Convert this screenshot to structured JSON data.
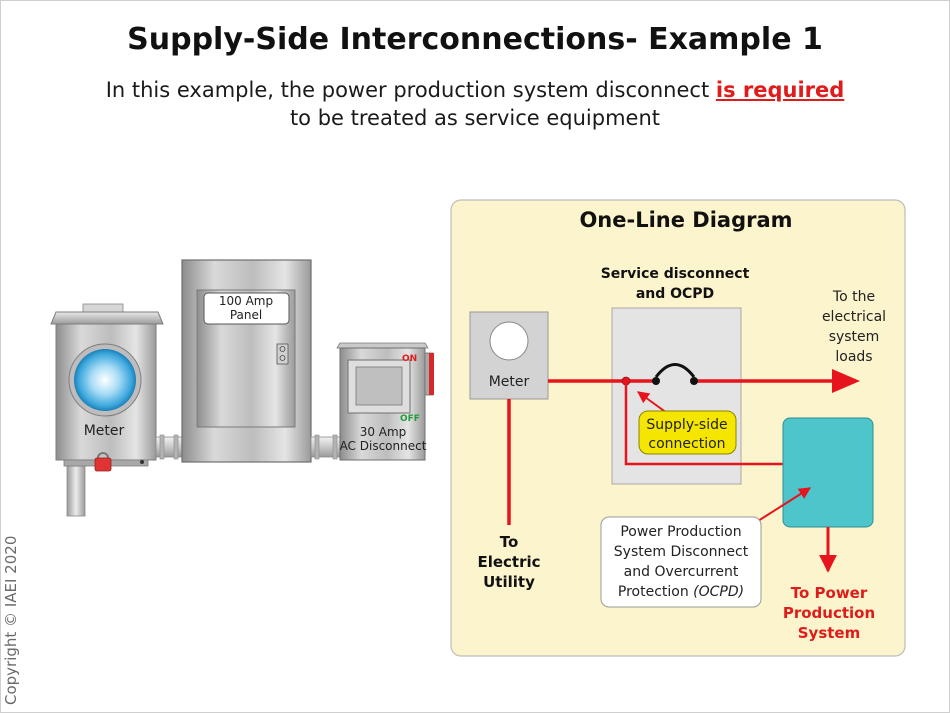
{
  "header": {
    "title": "Supply-Side Interconnections- Example 1",
    "subtitle_pre": "In this example, the power production system disconnect ",
    "subtitle_emphasis": "is required",
    "subtitle_post": "to be treated as service equipment"
  },
  "copyright": "Copyright © IAEI 2020",
  "equipment": {
    "meter_label": "Meter",
    "panel_label_1": "100 Amp",
    "panel_label_2": "Panel",
    "disconnect_on": "ON",
    "disconnect_off": "OFF",
    "disconnect_label_1": "30 Amp",
    "disconnect_label_2": "AC Disconnect"
  },
  "diagram": {
    "title": "One-Line Diagram",
    "meter_label": "Meter",
    "service_label_1": "Service disconnect",
    "service_label_2": "and OCPD",
    "loads_1": "To the",
    "loads_2": "electrical",
    "loads_3": "system",
    "loads_4": "loads",
    "supply_side_1": "Supply-side",
    "supply_side_2": "connection",
    "utility_1": "To",
    "utility_2": "Electric",
    "utility_3": "Utility",
    "pps_box_1": "Power Production",
    "pps_box_2": "System Disconnect",
    "pps_box_3": "and Overcurrent",
    "pps_box_4": "Protection",
    "pps_box_4b": "(OCPD)",
    "pps_1": "To Power",
    "pps_2": "Production",
    "pps_3": "System"
  },
  "colors": {
    "panel_bg": "#fbf4cc",
    "conductor": "#e6141c",
    "highlight": "#f5e600",
    "pps_equipment": "#4ec5cb"
  }
}
